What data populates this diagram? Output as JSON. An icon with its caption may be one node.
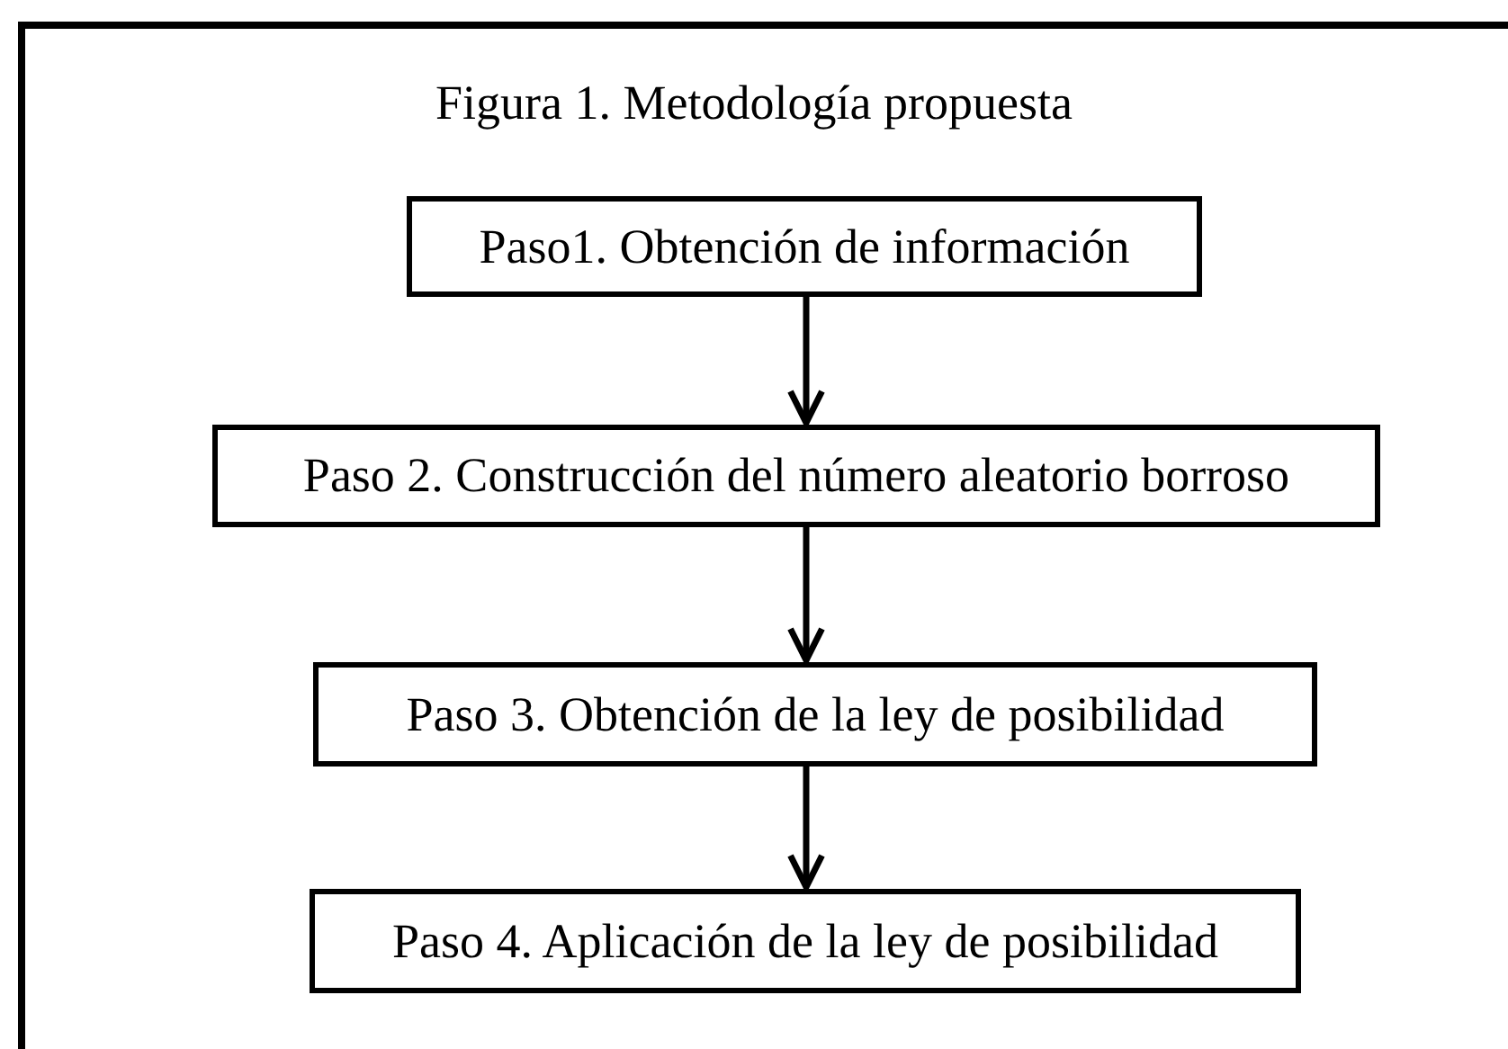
{
  "diagram": {
    "title": "Figura 1. Metodología propuesta",
    "nodes": [
      {
        "text": [
          "Paso1. Obtención de información"
        ]
      },
      {
        "text": [
          "Paso 2. Construcción del número aleatorio borroso"
        ]
      },
      {
        "text": [
          "Paso 3. Obtención de la ley de posibilidad"
        ]
      },
      {
        "text": [
          "Paso 4. Aplicación de la ley de posibilidad"
        ]
      }
    ],
    "edges": [
      {
        "from": 0,
        "to": 1,
        "arrow": "to"
      },
      {
        "from": 1,
        "to": 2,
        "arrow": "to"
      },
      {
        "from": 2,
        "to": 3,
        "arrow": "to"
      }
    ]
  }
}
